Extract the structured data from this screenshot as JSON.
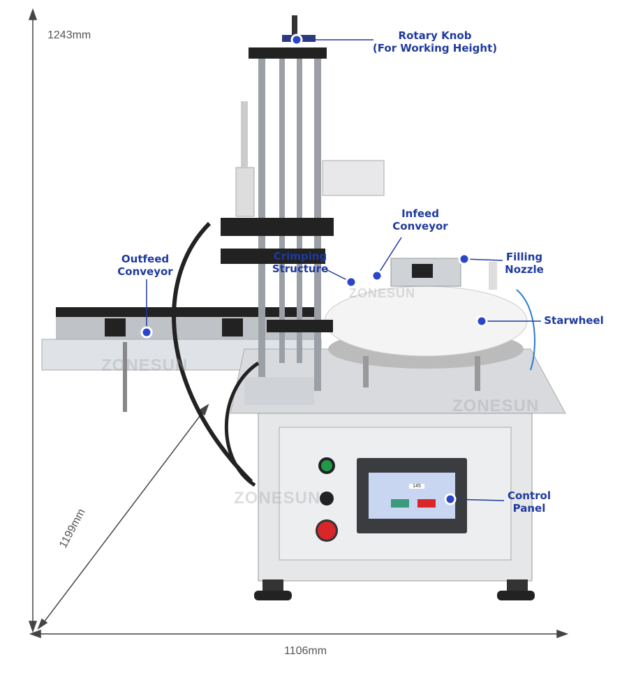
{
  "dimensions": {
    "height": "1243mm",
    "depth": "1199mm",
    "width": "1106mm"
  },
  "labels": {
    "rotary_knob": [
      "Rotary Knob",
      "(For Working Height)"
    ],
    "infeed_conveyor": [
      "Infeed",
      "Conveyor"
    ],
    "filling_nozzle": [
      "Filling",
      "Nozzle"
    ],
    "outfeed_conveyor": [
      "Outfeed",
      "Conveyor"
    ],
    "crimping_structure": [
      "Crimping",
      "Structure"
    ],
    "starwheel": "Starwheel",
    "control_panel": [
      "Control",
      "Panel"
    ]
  },
  "screen": {
    "value": "145"
  },
  "watermark": "ZONESUN",
  "colors": {
    "label": "#1e3a9e",
    "marker": "#2b45c8",
    "start_button": "#1f9a4a",
    "stop_button": "#d9262a",
    "screen_bg": "#c9d6f2"
  }
}
